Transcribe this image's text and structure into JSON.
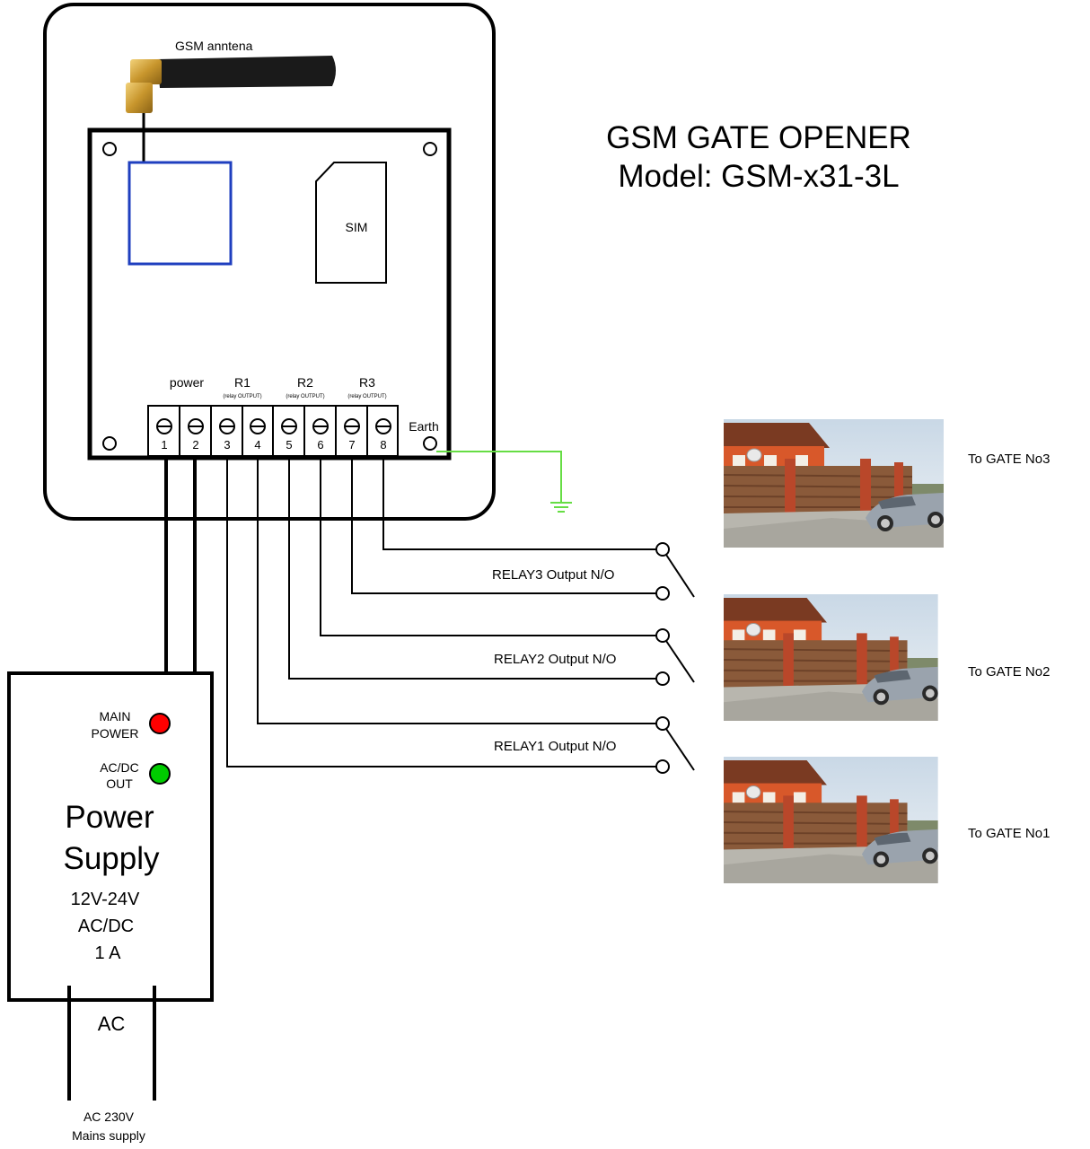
{
  "title": {
    "line1": "GSM GATE OPENER",
    "line2": "Model: GSM-x31-3L"
  },
  "antenna_label": "GSM anntena",
  "sim_label": "SIM",
  "terminal_groups": {
    "power": "power",
    "r1": "R1",
    "r2": "R2",
    "r3": "R3",
    "relay_note": "(relay OUTPUT)"
  },
  "terminals": [
    "1",
    "2",
    "3",
    "4",
    "5",
    "6",
    "7",
    "8"
  ],
  "earth_label": "Earth",
  "relays": [
    {
      "label": "RELAY3 Output N/O",
      "gate": "To GATE No3"
    },
    {
      "label": "RELAY2 Output N/O",
      "gate": "To GATE No2"
    },
    {
      "label": "RELAY1 Output N/O",
      "gate": "To GATE No1"
    }
  ],
  "power_supply": {
    "main_power": [
      "MAIN",
      "POWER"
    ],
    "acdc_out": [
      "AC/DC",
      "OUT"
    ],
    "title": [
      "Power",
      "Supply"
    ],
    "specs": [
      "12V-24V",
      "AC/DC",
      "1 A"
    ],
    "ac_label": "AC",
    "mains": [
      "AC 230V",
      "Mains supply"
    ]
  },
  "colors": {
    "main_power_led": "#ff0000",
    "acdc_out_led": "#00cc00",
    "earth_wire": "#66dd44",
    "module_box": "#1f3fbf"
  }
}
